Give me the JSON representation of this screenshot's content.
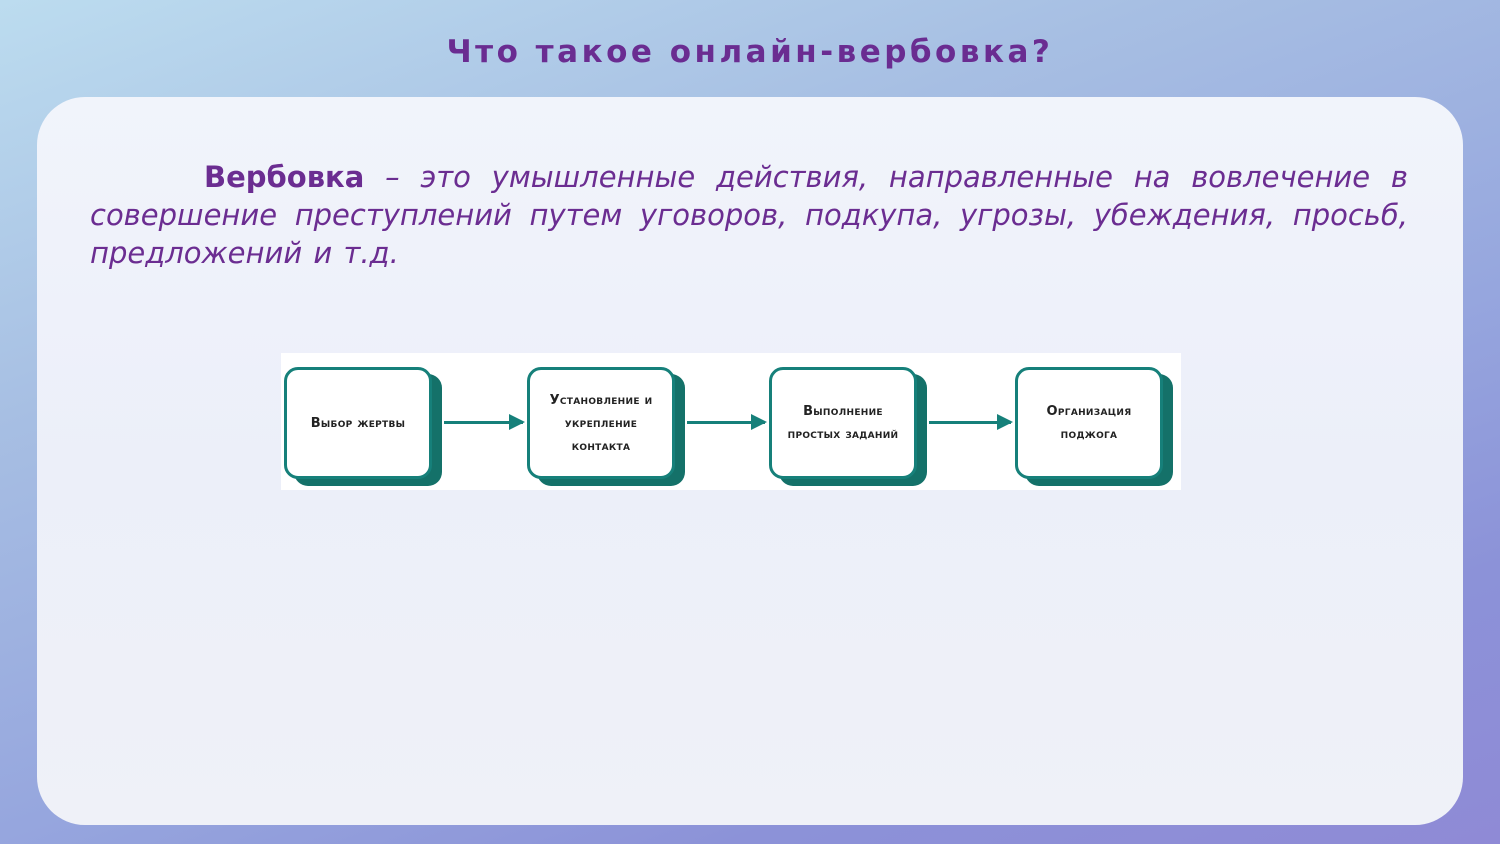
{
  "slide": {
    "title": "Что такое онлайн-вербовка?",
    "definition": {
      "term": "Вербовка",
      "text": " – это умышленные действия, направленные на вовлечение в совершение преступлений путем уговоров, подкупа, угрозы, убеждения, просьб, предложений и т.д."
    },
    "diagram": {
      "steps": [
        {
          "label": "Выбор жертвы"
        },
        {
          "label": "Установление и укрепление контакта"
        },
        {
          "label": "Выполнение простых заданий"
        },
        {
          "label": "Организация поджога"
        }
      ]
    }
  }
}
